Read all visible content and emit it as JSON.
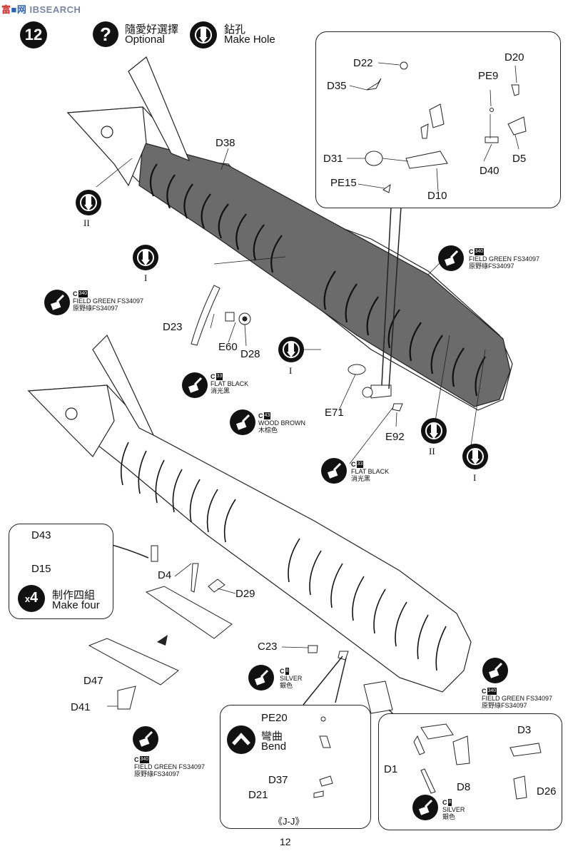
{
  "watermark": "SEARCH",
  "watermark_prefix": "IB",
  "step_number": "12",
  "legend": {
    "optional_cn": "隨愛好選擇",
    "optional_en": "Optional",
    "make_hole_cn": "鉆孔",
    "make_hole_en": "Make Hole"
  },
  "parts": {
    "D22": "D22",
    "D35": "D35",
    "D20": "D20",
    "PE9": "PE9",
    "D31": "D31",
    "D5": "D5",
    "D40": "D40",
    "PE15": "PE15",
    "D10": "D10",
    "D38": "D38",
    "D23": "D23",
    "E60": "E60",
    "D28": "D28",
    "E71": "E71",
    "E92": "E92",
    "D43": "D43",
    "D15": "D15",
    "D4": "D4",
    "D29": "D29",
    "C23": "C23",
    "D47": "D47",
    "D41": "D41",
    "PE20": "PE20",
    "D37": "D37",
    "D21": "D21",
    "D3": "D3",
    "D1": "D1",
    "D8": "D8",
    "D26": "D26"
  },
  "roman": {
    "I": "I",
    "II": "II"
  },
  "paints": {
    "fg_left": {
      "code": "C",
      "num": "340",
      "en": "FIELD GREEN FS34097",
      "cn": "原野綠FS34097"
    },
    "fg_right": {
      "code": "C",
      "num": "340",
      "en": "FIELD GREEN FS34097",
      "cn": "原野綠FS34097"
    },
    "fb_left": {
      "code": "C",
      "num": "33",
      "en": "FLAT BLACK",
      "cn": "消光黑"
    },
    "wood": {
      "code": "C",
      "num": "43",
      "en": "WOOD BROWN",
      "cn": "木棕色"
    },
    "fb_right": {
      "code": "C",
      "num": "33",
      "en": "FLAT BLACK",
      "cn": "消光黑"
    },
    "silver_mid": {
      "code": "C",
      "num": "8",
      "en": "SILVER",
      "cn": "銀色"
    },
    "fg_bottom_right": {
      "code": "C",
      "num": "340",
      "en": "FIELD GREEN FS34097",
      "cn": "原野綠FS34097"
    },
    "fg_bottom_left": {
      "code": "C",
      "num": "340",
      "en": "FIELD GREEN FS34097",
      "cn": "原野綠FS34097"
    },
    "silver_inset": {
      "code": "C",
      "num": "8",
      "en": "SILVER",
      "cn": "銀色"
    }
  },
  "make_four": {
    "multiplier": "4",
    "cn": "制作四組",
    "en": "Make four"
  },
  "bend": {
    "cn": "彎曲",
    "en": "Bend"
  },
  "view_label": "《J-J》",
  "page_number": "12"
}
